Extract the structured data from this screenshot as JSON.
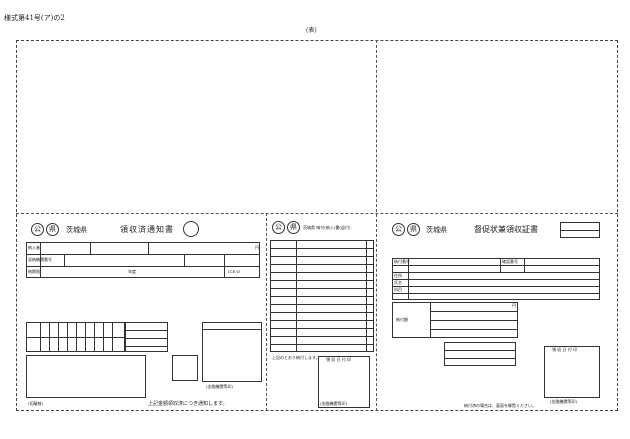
{
  "form_number": "様式第41号(ア)の2",
  "side_label": "(表)",
  "panel1": {
    "seal_left": "公",
    "seal_right": "県",
    "prefecture": "茨城県",
    "title": "領収済通知書",
    "yen": "円",
    "code": "ICE-D",
    "page_label": "年度",
    "row_labels": [
      "納入者",
      "収納機関番号",
      "納期限"
    ],
    "bottom_note": "上記金額領収済につき通知します。",
    "stamp_caption": "(金融機関等印)",
    "left_bottom": "(切離線)"
  },
  "panel2": {
    "seal_left": "公",
    "seal_right": "県",
    "header": "茨城県  納付(納入)書(返付)",
    "footer": "上記のとおり納付します。",
    "stamp_label": "領 収 日 付 印",
    "stamp_caption": "(金融機関等印)"
  },
  "panel3": {
    "seal_left": "公",
    "seal_right": "県",
    "prefecture": "茨城県",
    "title": "督促状兼領収証書",
    "row_labels": [
      "納付番号",
      "確認番号",
      "住所",
      "氏名",
      "科目",
      "納付額"
    ],
    "yen": "円",
    "stamp_label": "領 収 日 付 印",
    "footer_note": "納付済の場合は、裏面を御覧ください。",
    "stamp_caption": "(金融機関等印)"
  }
}
